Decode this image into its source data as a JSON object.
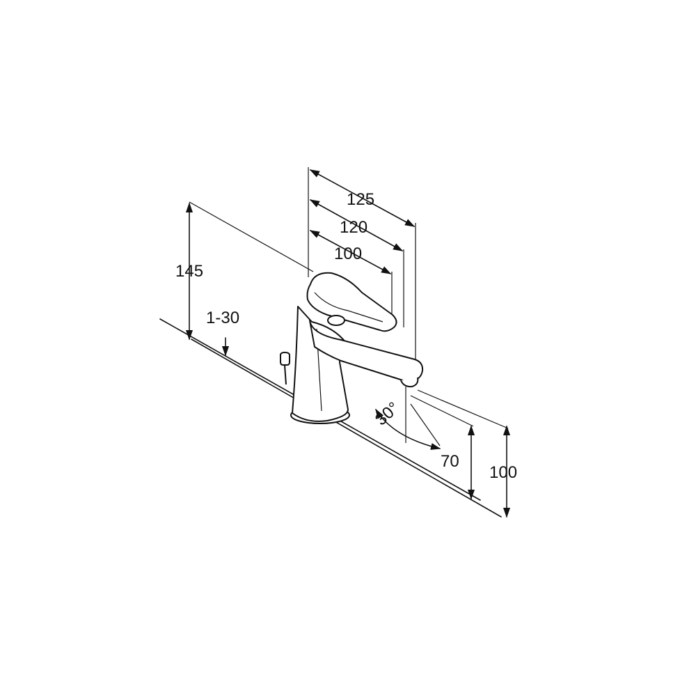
{
  "drawing": {
    "subject": "faucet-dimension-drawing"
  },
  "dimensions": {
    "d125": "125",
    "d120": "120",
    "d100_top": "100",
    "d145": "145",
    "d1_30": "1-30",
    "angle": "30°",
    "d70": "70",
    "d100_right": "100"
  },
  "colors": {
    "line": "#111111",
    "background": "#ffffff"
  }
}
